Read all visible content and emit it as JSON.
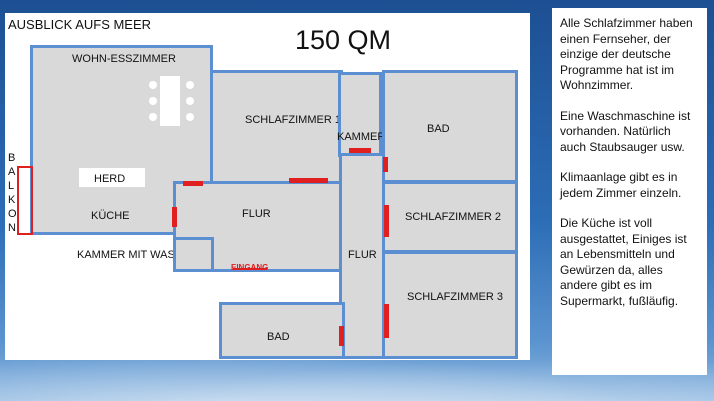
{
  "plan": {
    "title": "AUSBLICK AUFS MEER",
    "area": "150 QM",
    "balkon_letters": [
      "B",
      "A",
      "L",
      "K",
      "O",
      "N"
    ],
    "rooms": {
      "wohn_esszimmer": "WOHN-ESSZIMMER",
      "herd": "HERD",
      "kueche": "KÜCHE",
      "kammer_waschm": "KAMMER MIT WASCHM.",
      "schlafzimmer_1": "SCHLAFZIMMER 1",
      "kammer": "KAMMER",
      "bad_top": "BAD",
      "flur_left": "FLUR",
      "eingang": "EINGANG",
      "flur_right": "FLUR",
      "schlafzimmer_2": "SCHLAFZIMMER 2",
      "schlafzimmer_3": "SCHLAFZIMMER 3",
      "bad_bottom": "BAD"
    },
    "colors": {
      "wall": "#5b8fd1",
      "door": "#e02020",
      "floor": "#d9d9d9"
    }
  },
  "info": {
    "paragraphs": [
      "Alle Schlafzimmer haben einen Fernseher, der einzige der deutsche Programme hat ist im Wohnzimmer.",
      "Eine Waschmaschine ist vorhanden. Natürlich auch Staubsauger usw.",
      "Klimaanlage gibt es in jedem Zimmer einzeln.",
      "Die Küche ist voll ausgestattet, Einiges ist an Lebensmitteln und Gewürzen da, alles andere gibt es im Supermarkt, fußläufig."
    ]
  }
}
